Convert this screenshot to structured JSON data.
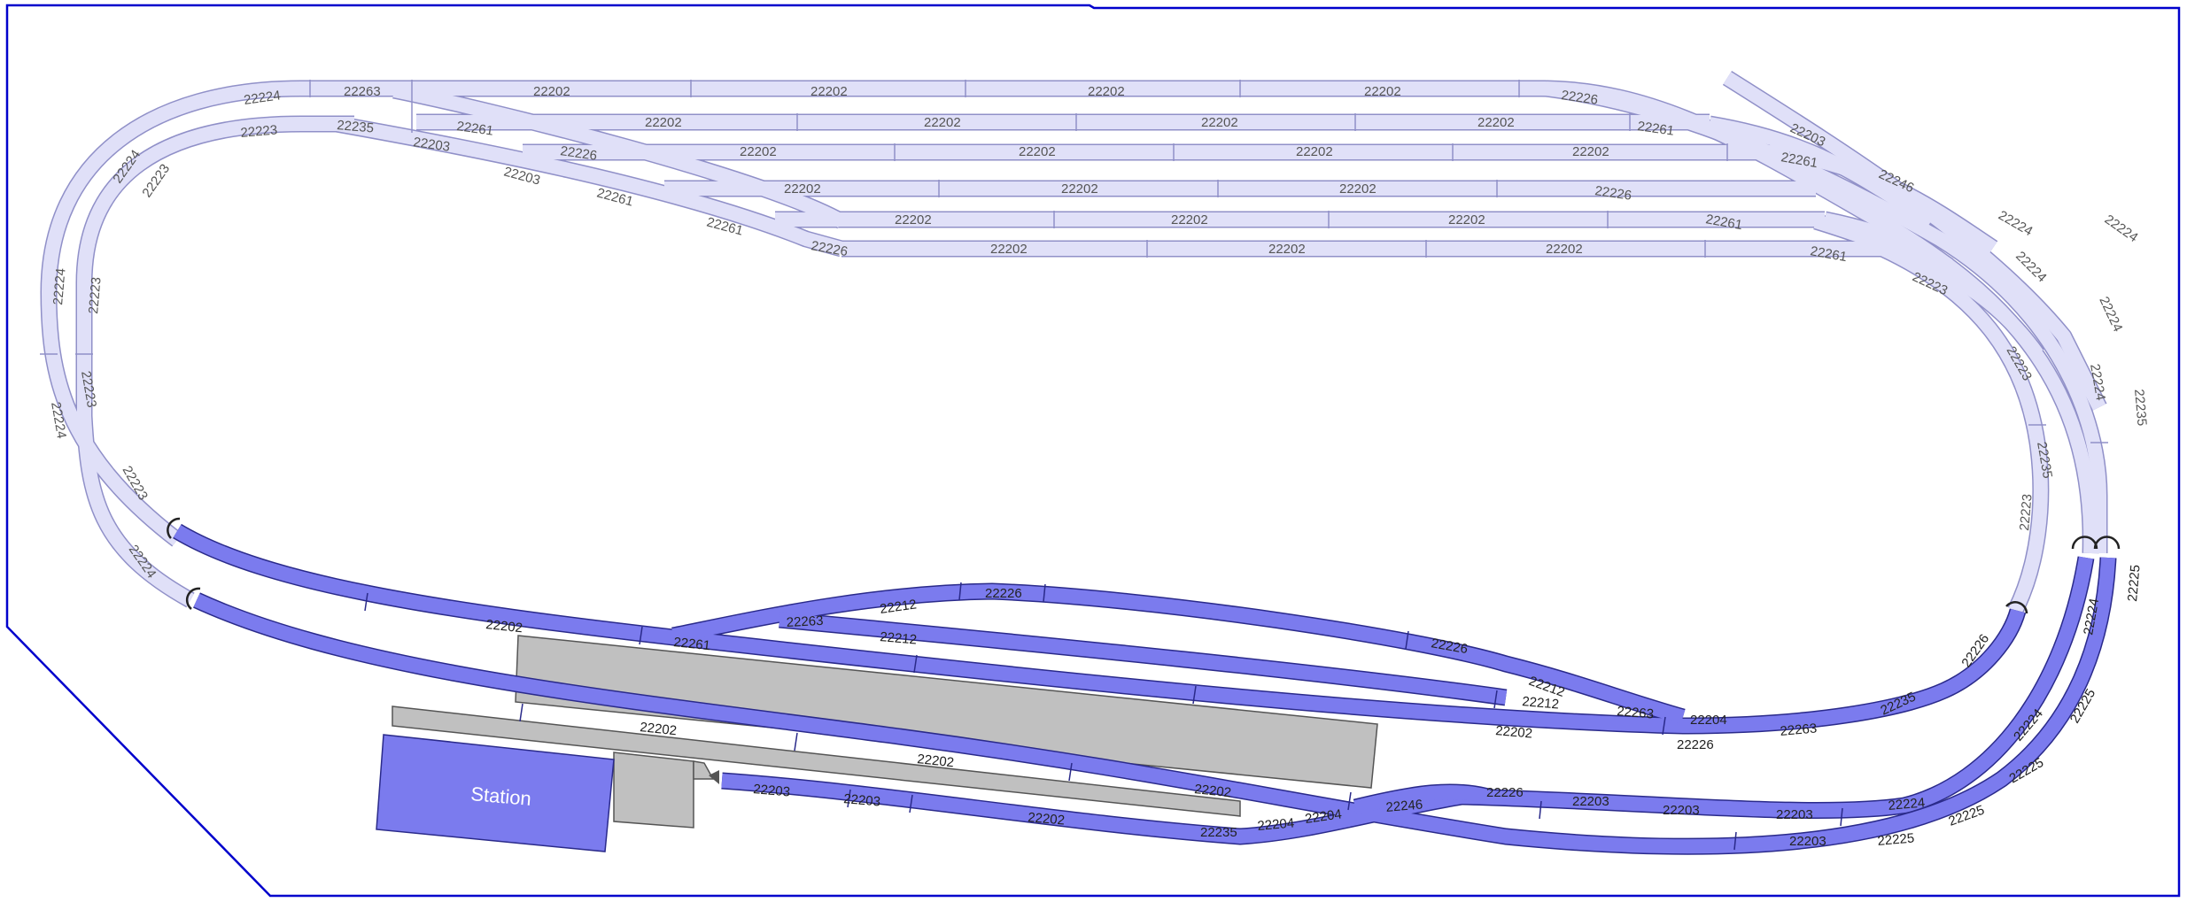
{
  "station": {
    "label": "Station"
  },
  "colors": {
    "border": "#0000cc",
    "track_bg_fill": "#e0e0f8",
    "track_bg_stroke": "#9090c8",
    "track_fg_fill": "#7b7bee",
    "track_fg_stroke": "#2a2a8a",
    "platform_fill": "#c0c0c0",
    "platform_stroke": "#555555",
    "station_fill": "#7b7bee"
  },
  "labels": {
    "bg": {
      "l01": "22224",
      "l02": "22263",
      "l03": "22202",
      "l04": "22202",
      "l05": "22202",
      "l06": "22202",
      "l07": "22226",
      "l08": "22223",
      "l09": "22235",
      "l10": "22261",
      "l11": "22202",
      "l12": "22202",
      "l13": "22202",
      "l14": "22202",
      "l15": "22261",
      "l16": "22203",
      "l17": "22226",
      "l18": "22202",
      "l19": "22202",
      "l20": "22202",
      "l21": "22202",
      "l22": "22261",
      "l23": "22203",
      "l24": "22203",
      "l25": "22261",
      "l26": "22202",
      "l27": "22202",
      "l28": "22202",
      "l29": "22226",
      "l30": "22261",
      "l31": "22202",
      "l32": "22202",
      "l33": "22202",
      "l34": "22261",
      "l35": "22226",
      "l36": "22202",
      "l37": "22202",
      "l38": "22202",
      "l39": "22261",
      "l40": "22224",
      "l41": "22223",
      "l42": "22224",
      "l43": "22223",
      "l44": "22224",
      "l45": "22223",
      "l46": "22224",
      "l47": "22223",
      "l48": "22224",
      "l49": "22246",
      "l50": "22224",
      "l51": "22224",
      "l52": "22224",
      "l53": "22224",
      "l54": "22235",
      "l55": "22223",
      "l56": "22223",
      "l57": "22235",
      "l58": "22223"
    },
    "fg": {
      "f01": "22202",
      "f02": "22261",
      "f03": "22263",
      "f04": "22212",
      "f05": "22226",
      "f06": "22212",
      "f07": "22226",
      "f08": "22212",
      "f09": "22212",
      "f10": "22263",
      "f11": "22204",
      "f12": "22202",
      "f13": "22226",
      "f14": "22263",
      "f15": "22235",
      "f16": "22226",
      "f17": "22224",
      "f18": "22225",
      "f19": "22202",
      "f20": "22202",
      "f21": "22202",
      "f22": "22203",
      "f23": "22203",
      "f24": "22202",
      "f25": "22235",
      "f26": "22204",
      "f27": "22204",
      "f28": "22246",
      "f29": "22226",
      "f30": "22203",
      "f31": "22203",
      "f32": "22203",
      "f33": "22224",
      "f34": "22203",
      "f35": "22225",
      "f36": "22225",
      "f37": "22225",
      "f38": "22224",
      "f39": "22225"
    }
  }
}
